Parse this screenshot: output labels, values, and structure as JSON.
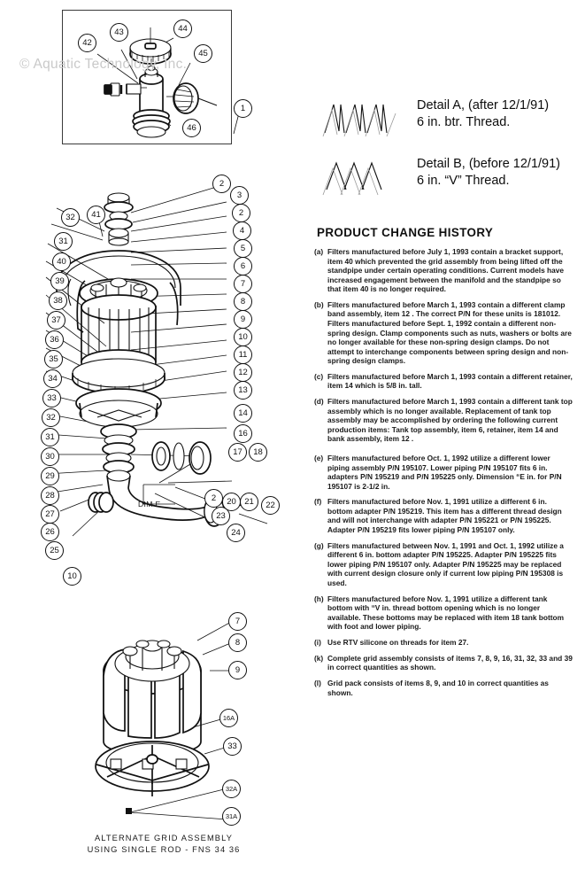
{
  "watermark": "© Aquatic Technology, Inc.",
  "detail_box": {
    "name": "valve-detail-box",
    "callouts": [
      "42",
      "43",
      "44",
      "45",
      "46",
      "1"
    ]
  },
  "thread_details": [
    {
      "id": "detail-a",
      "art": "buttress-thread-profile",
      "text": "Detail A, (after 12/1/91)\n6 in. btr. Thread."
    },
    {
      "id": "detail-b",
      "art": "v-thread-profile",
      "text": "Detail B, (before 12/1/91)\n6 in. “V” Thread."
    }
  ],
  "main_diagram": {
    "left_callouts": [
      "32",
      "31",
      "40",
      "39",
      "38",
      "37",
      "36",
      "35",
      "34",
      "33",
      "32",
      "31",
      "30",
      "29",
      "28",
      "27",
      "26",
      "25",
      "10"
    ],
    "top_callout": "41",
    "right_callouts": [
      "2",
      "3",
      "2",
      "4",
      "5",
      "6",
      "7",
      "8",
      "9",
      "10",
      "11",
      "12",
      "13",
      "14",
      "16",
      "17",
      "18",
      "2",
      "20",
      "21",
      "22",
      "23",
      "24"
    ],
    "dim_label": "DIM E"
  },
  "alternate_assembly": {
    "callouts": [
      "7",
      "8",
      "9",
      "16A",
      "33",
      "32A",
      "31A"
    ],
    "caption": "ALTERNATE GRID ASSEMBLY\nUSING SINGLE ROD - FNS 34 36"
  },
  "product_change_history": {
    "title": "PRODUCT CHANGE HISTORY",
    "items": [
      {
        "key": "(a)",
        "text": "Filters manufactured before July 1, 1993 contain a bracket support, item 40  which prevented the grid assembly from being lifted off the standpipe under certain operating conditions. Current models have increased engagement between the manifold and the standpipe so that item 40 is no longer required."
      },
      {
        "key": "(b)",
        "text": "Filters manufactured before March 1, 1993 contain a different clamp band assembly, item 12 . The correct P/N for these units is 181012. Filters manufactured before Sept. 1, 1992 contain a different non-spring design. Clamp components such as nuts, washers or bolts are no longer available for these non-spring design clamps. Do not attempt to interchange components between spring design and non-spring design clamps."
      },
      {
        "key": "(c)",
        "text": "Filters manufactured before March 1, 1993 contain a different retainer, item 14  which is 5/8 in. tall."
      },
      {
        "key": "(d)",
        "text": "Filters manufactured before March 1, 1993 contain a different tank top assembly which is no longer available. Replacement of tank top assembly may be accomplished by ordering the following current production items: Tank top assembly, item 6, retainer, item 14  and bank assembly, item 12 ."
      },
      {
        "key": "(e)",
        "text": "Filters manufactured before Oct. 1, 1992 utilize a different lower piping assembly P/N 195107. Lower piping P/N 195107 fits 6 in. adapters P/N 195219 and P/N 195225 only. Dimension “E in. for P/N 195107 is 2-1/2 in."
      },
      {
        "key": "(f)",
        "text": "Filters manufactured before Nov. 1, 1991 utilize a different 6 in. bottom adapter P/N 195219. This item has a different thread design and will not interchange with adapter P/N 195221 or P/N 195225. Adapter P/N 195219 fits lower piping P/N 195107 only."
      },
      {
        "key": "(g)",
        "text": "Filters manufactured between Nov. 1, 1991 and Oct. 1, 1992 utilize a different 6 in. bottom adapter P/N 195225. Adapter P/N 195225 fits lower piping P/N 195107 only. Adapter P/N 195225 may be replaced with current design closure only if current low piping P/N 195308 is used."
      },
      {
        "key": "(h)",
        "text": "Filters manufactured before Nov. 1, 1991 utilize a different tank bottom with “V in. thread bottom opening which is no longer available. These bottoms may be replaced with item 18 tank bottom with foot and lower piping."
      },
      {
        "key": "(i)",
        "text": "Use RTV silicone on threads for item 27."
      },
      {
        "key": "(k)",
        "text": "Complete grid assembly consists of items 7, 8, 9, 16, 31, 32, 33 and 39 in correct quantities as shown."
      },
      {
        "key": "(l)",
        "text": "Grid pack consists of items 8, 9, and 10 in correct quantities as shown."
      }
    ]
  }
}
